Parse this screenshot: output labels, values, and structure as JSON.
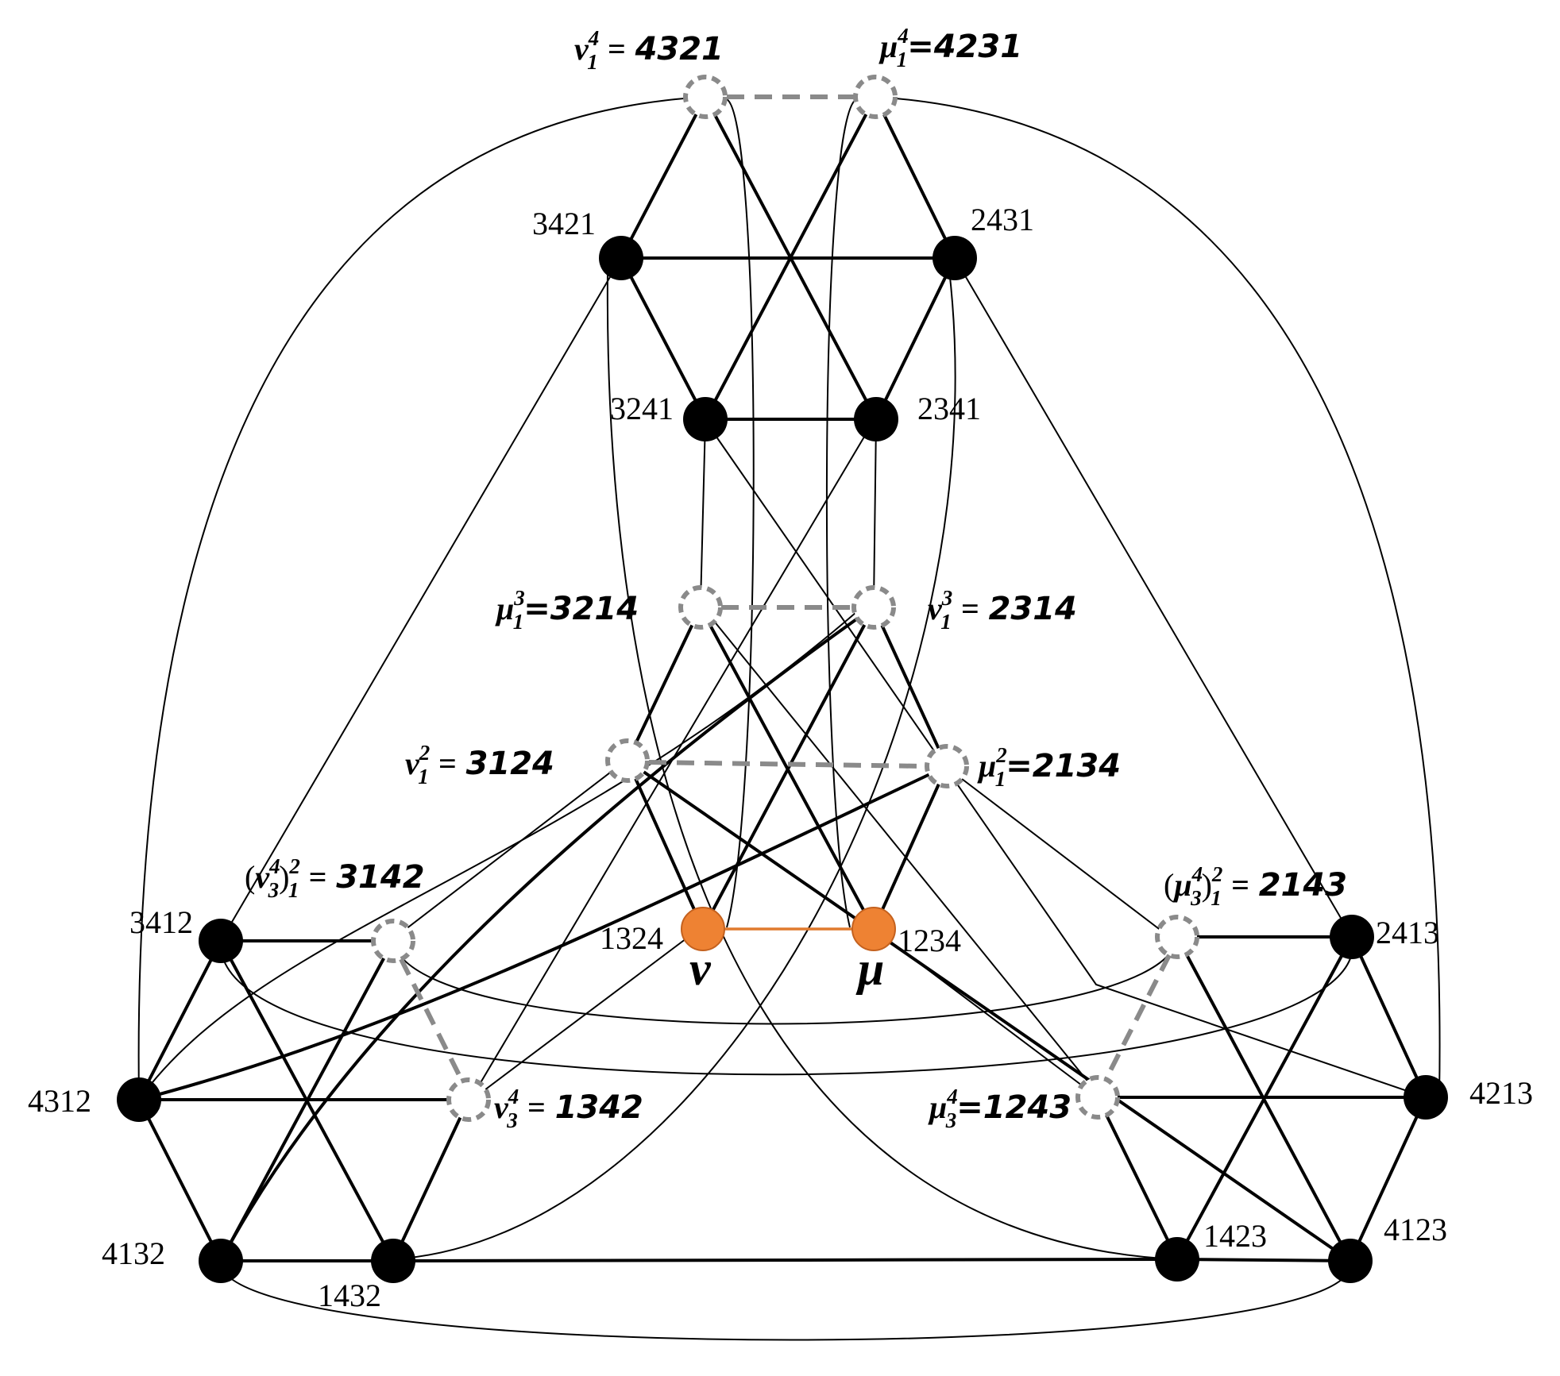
{
  "nodes": {
    "n4321": "4321",
    "n4231": "4231",
    "n3421": "3421",
    "n2431": "2431",
    "n3241": "3241",
    "n2341": "2341",
    "n3214": "3214",
    "n2314": "2314",
    "n3124": "3124",
    "n2134": "2134",
    "n3142": "3142",
    "n2143": "2143",
    "n3412": "3412",
    "n2413": "2413",
    "n1324": "1324",
    "n1234": "1234",
    "n4312": "4312",
    "n4213": "4213",
    "n1342": "1342",
    "n1243": "1243",
    "n4132": "4132",
    "n1432": "1432",
    "n1423": "1423",
    "n4123": "4123"
  },
  "symbols": {
    "nu": "ν",
    "mu": "μ",
    "equals": "=",
    "paren_open": "(",
    "paren_close": ")"
  },
  "indices": {
    "one": "1",
    "two": "2",
    "three": "3",
    "four": "4"
  },
  "colors": {
    "solid_node": "#000000",
    "hollow_node_stroke": "#8a8a8a",
    "highlight_node": "#ee8233",
    "highlight_edge": "#e07a2e"
  }
}
